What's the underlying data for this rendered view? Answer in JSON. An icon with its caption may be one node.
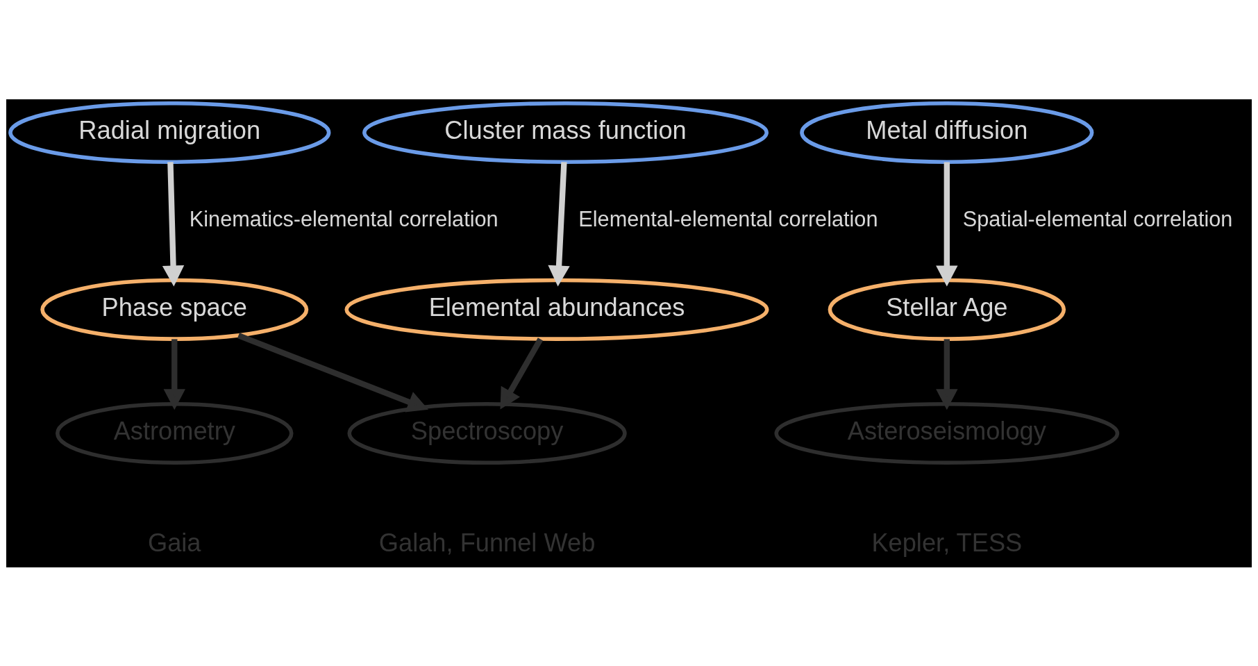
{
  "diagram": {
    "nodes": [
      {
        "text": [
          "Radial migration"
        ]
      },
      {
        "text": [
          "Cluster mass function"
        ]
      },
      {
        "text": [
          "Metal diffusion"
        ]
      },
      {
        "text": [
          "Phase space"
        ]
      },
      {
        "text": [
          "Elemental abundances"
        ]
      },
      {
        "text": [
          "Stellar Age"
        ]
      },
      {
        "text": [
          "Astrometry"
        ],
        "beside": [
          "Gaia"
        ]
      },
      {
        "text": [
          "Spectroscopy"
        ],
        "beside": [
          "Galah, Funnel Web"
        ]
      },
      {
        "text": [
          "Asteroseismology"
        ],
        "beside": [
          "Kepler, TESS"
        ]
      }
    ],
    "edges": [
      {
        "from": 0,
        "to": 3,
        "arrow": "to",
        "label": "Kinematics-elemental correlation",
        "color": "#d0d0d0"
      },
      {
        "from": 1,
        "to": 4,
        "arrow": "to",
        "label": "Elemental-elemental correlation",
        "color": "#d0d0d0"
      },
      {
        "from": 2,
        "to": 5,
        "arrow": "to",
        "label": "Spatial-elemental correlation",
        "color": "#d0d0d0"
      },
      {
        "from": 3,
        "to": 6,
        "arrow": "to"
      },
      {
        "from": 3,
        "to": 7,
        "arrow": "to"
      },
      {
        "from": 4,
        "to": 7,
        "arrow": "to"
      },
      {
        "from": 5,
        "to": 8,
        "arrow": "to"
      }
    ]
  }
}
